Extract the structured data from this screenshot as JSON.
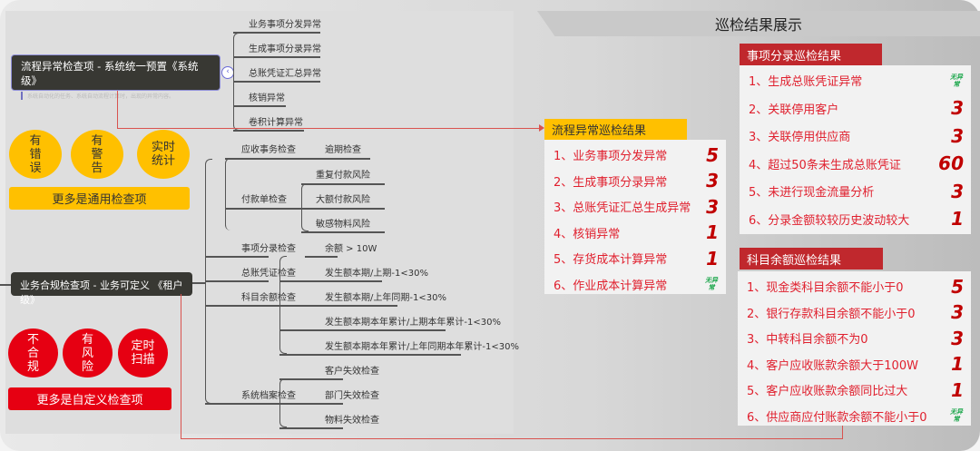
{
  "left": {
    "root1": {
      "title": "流程异常检查项 - 系统统一预置《系统级》",
      "subtitle": "系统自动化的任务、系统自动流程计算时，出现的异常内容。",
      "children": [
        "业务事项分发异常",
        "生成事项分录异常",
        "总账凭证汇总异常",
        "核销异常",
        "卷积计算异常"
      ]
    },
    "circles1": [
      "有\n错\n误",
      "有\n警\n告",
      "实时\n统计"
    ],
    "bar1": "更多是通用检查项",
    "root2": {
      "title": "业务合规检查项 - 业务可定义 《租户级》"
    },
    "groups": {
      "ar": {
        "label": "应收事务检查",
        "children": [
          "逾期检查"
        ]
      },
      "pay": {
        "label": "付款单检查",
        "children": [
          "重复付款风险",
          "大额付款风险",
          "敏感物料风险"
        ]
      },
      "entry": {
        "label": "事项分录检查",
        "children": [
          "余额 > 10W"
        ]
      },
      "gl": {
        "label": "总账凭证检查"
      },
      "acct": {
        "label": "科目余额检查",
        "children": [
          "发生额本期/上期-1<30%",
          "发生额本期/上年同期-1<30%",
          "发生额本期本年累计/上期本年累计-1<30%",
          "发生额本期本年累计/上年同期本年累计-1<30%"
        ]
      },
      "arch": {
        "label": "系统档案检查",
        "children": [
          "客户失效检查",
          "部门失效检查",
          "物料失效检查"
        ]
      }
    },
    "circles2": [
      "不\n合\n规",
      "有\n风\n险",
      "定时\n扫描"
    ],
    "bar2": "更多是自定义检查项"
  },
  "right": {
    "header": "巡检结果展示",
    "process": {
      "title": "流程异常巡检结果",
      "rows": [
        {
          "label": "1、业务事项分发异常",
          "value": "5"
        },
        {
          "label": "2、生成事项分录异常",
          "value": "3"
        },
        {
          "label": "3、总账凭证汇总生成异常",
          "value": "3"
        },
        {
          "label": "4、核销异常",
          "value": "1"
        },
        {
          "label": "5、存货成本计算异常",
          "value": "1"
        },
        {
          "label": "6、作业成本计算异常",
          "value": "无异常"
        }
      ]
    },
    "entry": {
      "title": "事项分录巡检结果",
      "rows": [
        {
          "label": "1、生成总账凭证异常",
          "value": "无异常"
        },
        {
          "label": "2、关联停用客户",
          "value": "3"
        },
        {
          "label": "3、关联停用供应商",
          "value": "3"
        },
        {
          "label": "4、超过50条未生成总账凭证",
          "value": "60"
        },
        {
          "label": "5、未进行现金流量分析",
          "value": "3"
        },
        {
          "label": "6、分录金额较较历史波动较大",
          "value": "1"
        }
      ]
    },
    "balance": {
      "title": "科目余额巡检结果",
      "rows": [
        {
          "label": "1、现金类科目余额不能小于0",
          "value": "5"
        },
        {
          "label": "2、银行存款科目余额不能小于0",
          "value": "3"
        },
        {
          "label": "3、中转科目余额不为0",
          "value": "3"
        },
        {
          "label": "4、客户应收账款余额大于100W",
          "value": "1"
        },
        {
          "label": "5、客户应收账款余额同比过大",
          "value": "1"
        },
        {
          "label": "6、供应商应付账款余额不能小于0",
          "value": "无异常"
        }
      ]
    }
  },
  "colors": {
    "yellow": "#ffc000",
    "red": "#e60012",
    "darkred": "#c0282d",
    "text_red": "#e0202e",
    "ok_green": "#1aa64a"
  }
}
